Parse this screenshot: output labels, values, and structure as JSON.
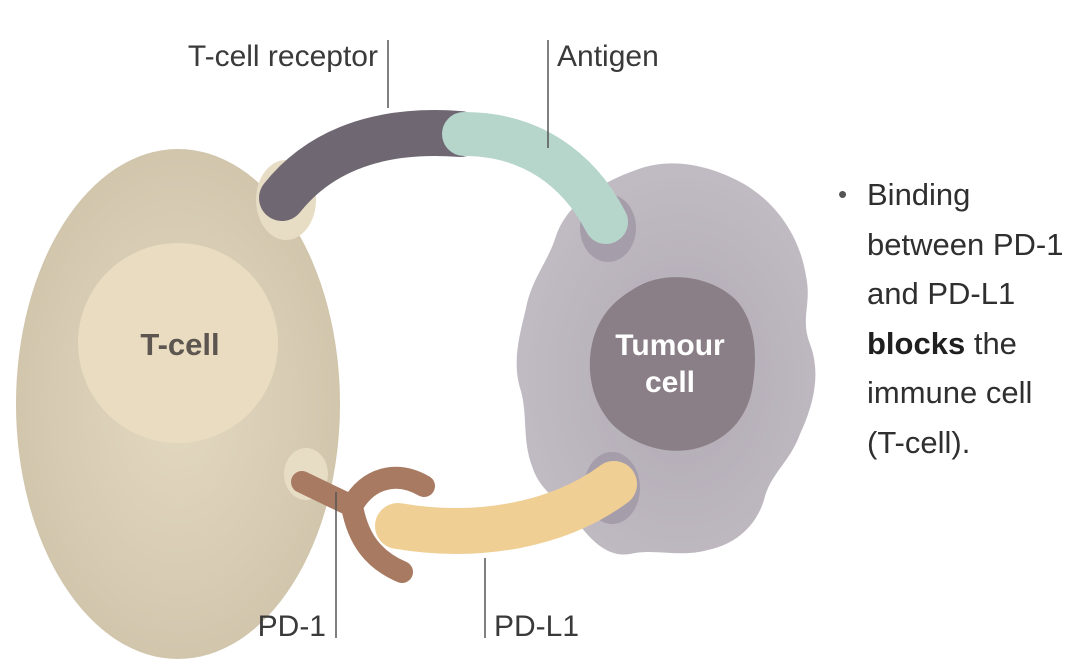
{
  "labels": {
    "tcr": "T-cell receptor",
    "antigen": "Antigen",
    "pd1": "PD-1",
    "pdl1": "PD-L1"
  },
  "cells": {
    "tcell": "T-cell",
    "tumour_line1": "Tumour",
    "tumour_line2": "cell"
  },
  "bullet": {
    "line1": "Binding",
    "line2": "between PD-1",
    "line3": "and PD-L1",
    "line4_bold": "blocks",
    "line4_rest": " the",
    "line5": "immune cell",
    "line6": "(T-cell)."
  },
  "colors": {
    "tcell_outer": "#d9cfb8",
    "tcell_nucleus": "#e9dcc0",
    "tumour_body": "#b7b0ba",
    "tumour_nucleus": "#8a7f86",
    "tcr": "#6f6772",
    "antigen": "#b6d5cb",
    "pd1": "#a97a62",
    "pdl1": "#f0cf95"
  }
}
